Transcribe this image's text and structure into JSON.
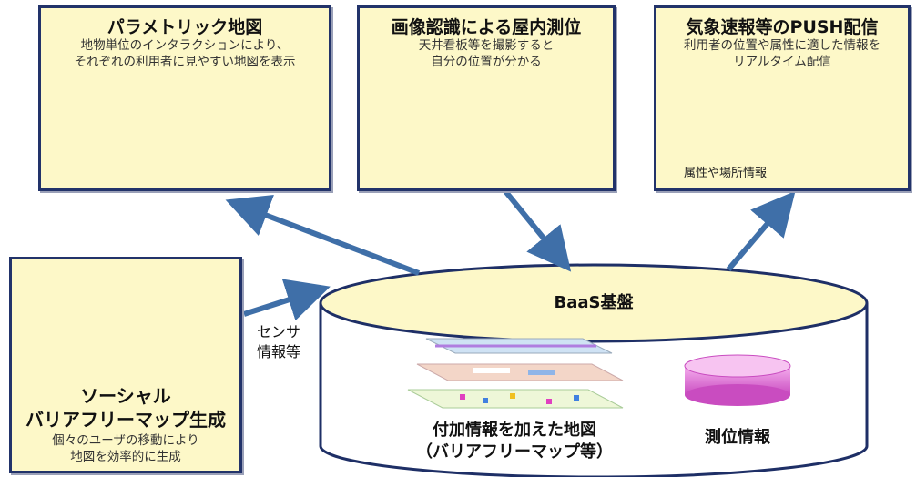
{
  "panels": {
    "parametric": {
      "title": "パラメトリック地図",
      "desc": "地物単位のインタラクションにより、\nそれぞれの利用者に見やすい地図を表示"
    },
    "image_recognition": {
      "title": "画像認識による屋内測位",
      "desc": "天井看板等を撮影すると\n自分の位置が分かる"
    },
    "push": {
      "title": "気象速報等のPUSH配信",
      "desc": "利用者の位置や属性に適した情報を\nリアルタイム配信",
      "caption": "属性や場所情報"
    },
    "social": {
      "title_line1": "ソーシャル",
      "title_line2": "バリアフリーマップ生成",
      "desc": "個々のユーザの移動により\n地図を効率的に生成"
    }
  },
  "sensor_label": "センサ\n情報等",
  "baas": {
    "title": "BaaS基盤",
    "map_label_line1": "付加情報を加えた地図",
    "map_label_line2": "（バリアフリーマップ等）",
    "positioning_label": "測位情報"
  },
  "colors": {
    "panel_bg": "#fdf8c8",
    "panel_border": "#22336a",
    "arrow": "#3f6fa8",
    "db_pink": "#e070d8"
  }
}
